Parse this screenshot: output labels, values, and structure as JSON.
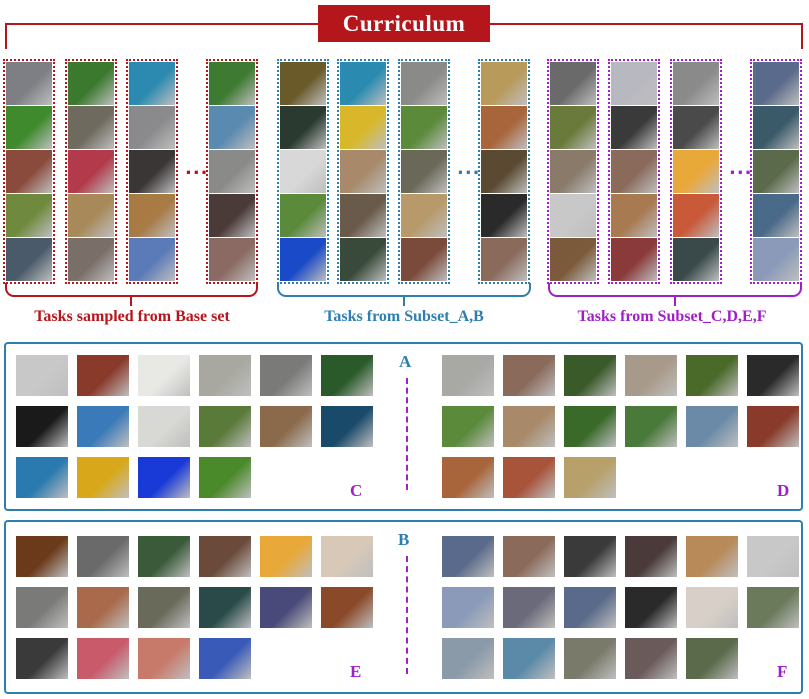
{
  "title": "Curriculum",
  "colors": {
    "base": "#b5161b",
    "subset_ab": "#2e7fb0",
    "subset_cdef": "#a020c8",
    "letter_ab": "#2e7fb0",
    "letter_cdef": "#a020c8"
  },
  "ellipsis": "...",
  "groups": [
    {
      "label": "Tasks sampled from Base set",
      "color": "#b5161b",
      "columns": [
        [
          "#7d7f85",
          "#3e8a2c",
          "#8a4a3c",
          "#6f8a3e",
          "#4a5a6a"
        ],
        [
          "#3b7a2e",
          "#6e6a5e",
          "#b23a4a",
          "#a88a5a",
          "#7a6e68"
        ],
        [
          "#2c8ab0",
          "#8a8a8c",
          "#3a3636",
          "#a87a44",
          "#5a7ab8"
        ],
        [
          "#3e7a32",
          "#5a8ab0",
          "#8a8a88",
          "#4a3a38",
          "#8a6a62"
        ]
      ]
    },
    {
      "label": "Tasks from Subset_A,B",
      "color": "#2e7fb0",
      "columns": [
        [
          "#6a5a2a",
          "#2a3a30",
          "#d8d8d8",
          "#5a8a3a",
          "#1a4ac8"
        ],
        [
          "#2a8ab0",
          "#d8b82a",
          "#a88a6a",
          "#6a5a4a",
          "#3a4a3a"
        ],
        [
          "#8a8a88",
          "#5a8a3a",
          "#6a6858",
          "#b89a6a",
          "#7a4a3a"
        ],
        [
          "#b89a5a",
          "#a8643a",
          "#5a4a32",
          "#2a2a2a",
          "#8a6a5a"
        ]
      ]
    },
    {
      "label": "Tasks from Subset_C,D,E,F",
      "color": "#a020c8",
      "columns": [
        [
          "#6a6a6a",
          "#6a7a3a",
          "#8a7a6a",
          "#c8c8c8",
          "#7a5a3a"
        ],
        [
          "#b8b8c0",
          "#3a3a3a",
          "#8a6a5a",
          "#a87a52",
          "#8a3a3a"
        ],
        [
          "#8a8a8a",
          "#4a4a4a",
          "#e8a83a",
          "#c85a3a",
          "#3a4a4a"
        ],
        [
          "#5a6a8a",
          "#3a5a6a",
          "#5a6a4a",
          "#4a6a8a",
          "#8a9ab8"
        ]
      ]
    }
  ],
  "panels": [
    {
      "letters": [
        "A",
        "C",
        "D"
      ],
      "left": [
        "#c8c8c8",
        "#8a3a2a",
        "#e8e8e4",
        "#a8a8a0",
        "#7a7a78",
        "#2a5a2a",
        "#1a1a1a",
        "#3a7ab8",
        "#d8d8d4",
        "#5a7a3a",
        "#8a6a4a",
        "#1a4a6a",
        "#2a7ab0",
        "#d8a81a",
        "#1a3ad8",
        "#4a8a2a"
      ],
      "right": [
        "#a8a8a4",
        "#8a6a5a",
        "#3a5a2a",
        "#a89a8a",
        "#4a6a2a",
        "#2a2a2a",
        "#5a8a3a",
        "#a88a6a",
        "#3a6a2a",
        "#4a7a3a",
        "#6a8aa8",
        "#8a3a2a",
        "#a8643a",
        "#a8543a",
        "#b8a06a"
      ]
    },
    {
      "letters": [
        "B",
        "E",
        "F"
      ],
      "left": [
        "#6a3a1a",
        "#6a6a6a",
        "#3a5a3a",
        "#6a4a3a",
        "#e8a83a",
        "#d8c8b8",
        "#7a7a78",
        "#a86a4a",
        "#6a6a5a",
        "#2a4a4a",
        "#4a4a7a",
        "#8a4a2a",
        "#3a3a3a",
        "#c85a6a",
        "#c87a6a",
        "#3a5ab8"
      ],
      "right": [
        "#5a6a8a",
        "#8a6a5a",
        "#3a3a3a",
        "#4a3a3a",
        "#b88a5a",
        "#c8c8c8",
        "#8a9ab8",
        "#6a6a7a",
        "#5a6a8a",
        "#2a2a2a",
        "#d8d0c8",
        "#6a7a5a",
        "#8a9aa8",
        "#5a8aa8",
        "#7a7a6a",
        "#6a5a5a",
        "#5a6a4a"
      ]
    }
  ]
}
